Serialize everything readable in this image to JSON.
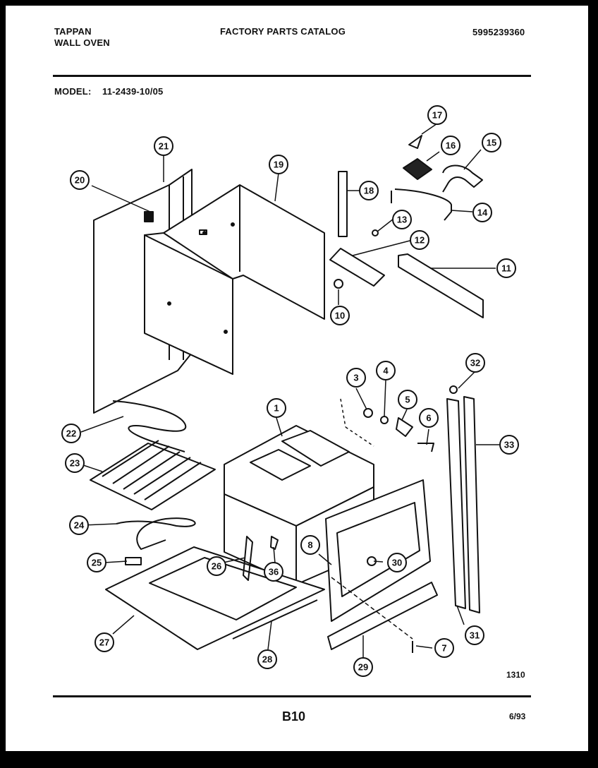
{
  "header": {
    "brand": "TAPPAN",
    "product": "WALL OVEN",
    "catalog_title": "FACTORY PARTS CATALOG",
    "catalog_number": "5995239360",
    "model_label": "MODEL:",
    "model_number": "11-2439-10/05"
  },
  "footer": {
    "figure_code": "1310",
    "page": "B10",
    "date": "6/93"
  },
  "callouts": [
    "1",
    "3",
    "4",
    "5",
    "6",
    "7",
    "8",
    "10",
    "11",
    "12",
    "13",
    "14",
    "15",
    "16",
    "17",
    "18",
    "19",
    "20",
    "21",
    "22",
    "23",
    "24",
    "25",
    "26",
    "27",
    "28",
    "29",
    "30",
    "31",
    "32",
    "33",
    "36"
  ]
}
